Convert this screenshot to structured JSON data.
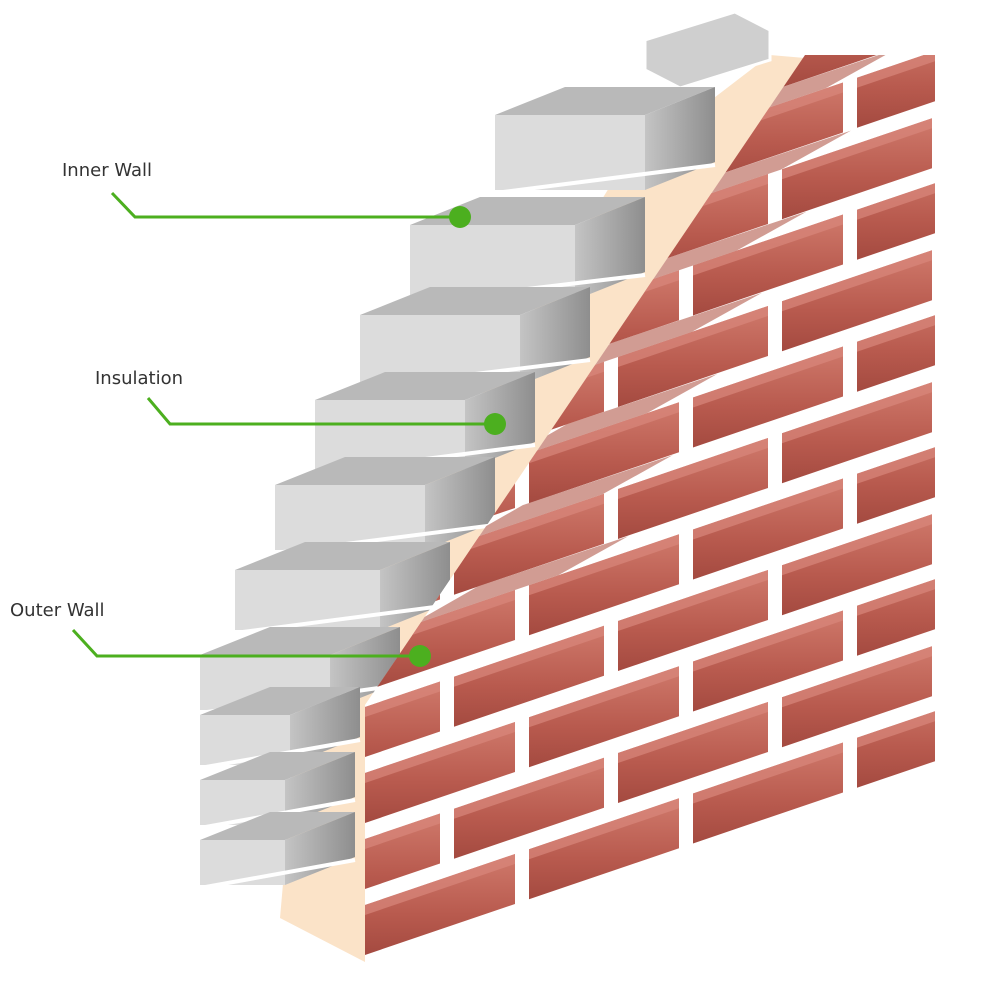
{
  "labels": {
    "inner_wall": "Inner Wall",
    "insulation": "Insulation",
    "outer_wall": "Outer Wall"
  },
  "colors": {
    "leader": "#4caf1f",
    "brick": "#c0665a",
    "brick_top": "#d9877c",
    "block": "#d8d8d8",
    "insulation": "#fbe3c8"
  }
}
